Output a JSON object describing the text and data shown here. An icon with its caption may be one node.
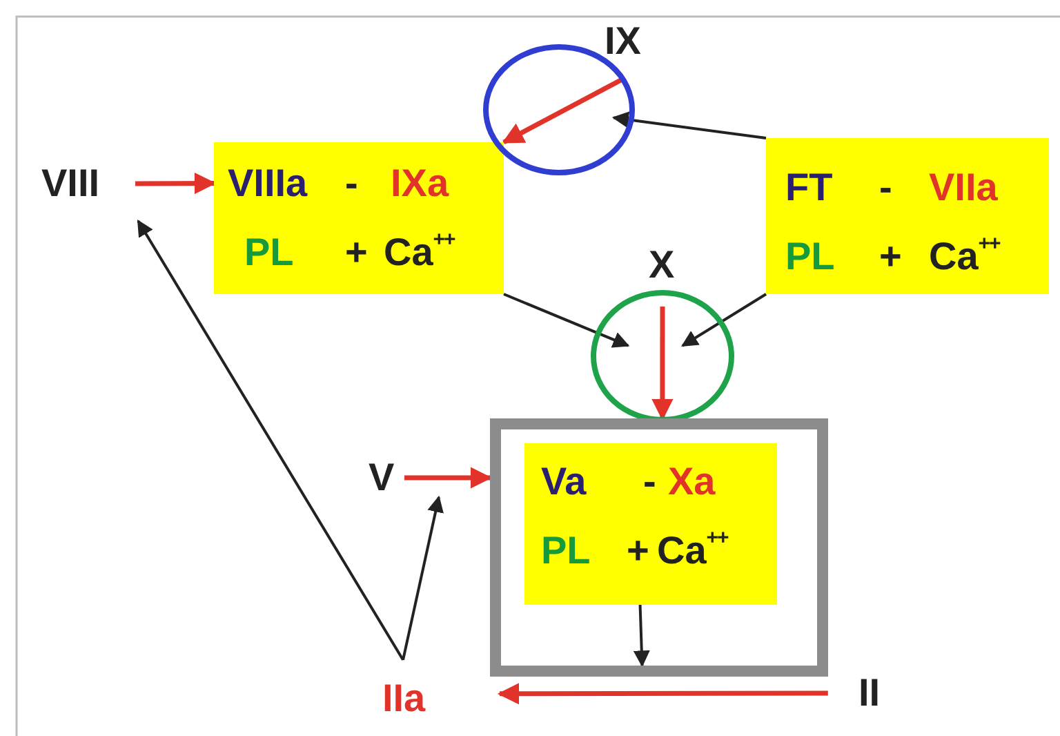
{
  "diagram": {
    "nodes": [
      {
        "text": [
          "VIII"
        ]
      },
      {
        "text": [
          "VIIIa",
          "-",
          "IXa",
          "PL",
          "+",
          "Ca$^{++}$"
        ]
      },
      {
        "text": [
          "IX"
        ]
      },
      {
        "text": [
          "FT",
          "-",
          "VIIa",
          "PL",
          "+",
          "Ca$^{++}$"
        ]
      },
      {
        "text": [
          "X"
        ]
      },
      {
        "text": [],
        "shape": "box"
      },
      {
        "text": [
          "Va",
          "-",
          "Xa",
          "PL",
          "+",
          "Ca$^{++}$"
        ],
        "in": 5
      },
      {
        "text": [
          "V"
        ]
      },
      {
        "text": [
          "IIa"
        ]
      },
      {
        "text": [
          "II"
        ]
      }
    ],
    "edges": [
      {
        "from": 0,
        "to": 1,
        "arrow": "to",
        "color": "#e2332b"
      },
      {
        "from": 3,
        "to": 2,
        "arrow": "to"
      },
      {
        "from": 2,
        "to": 1,
        "arrow": "to",
        "color": "#e2332b"
      },
      {
        "from": 1,
        "to": 4,
        "arrow": "to"
      },
      {
        "from": 3,
        "to": 4,
        "arrow": "to"
      },
      {
        "from": 4,
        "to": 5,
        "arrow": "to",
        "color": "#e2332b"
      },
      {
        "from": 7,
        "to": 5,
        "arrow": "to",
        "color": "#e2332b"
      },
      {
        "from": 6,
        "to": 5,
        "arrow": "to"
      },
      {
        "from": 9,
        "to": 8,
        "arrow": "to",
        "color": "#e2332b"
      },
      {
        "from": 8,
        "to": 0,
        "arrow": "to"
      },
      {
        "from": 8,
        "to": 7,
        "arrow": "to"
      }
    ]
  }
}
